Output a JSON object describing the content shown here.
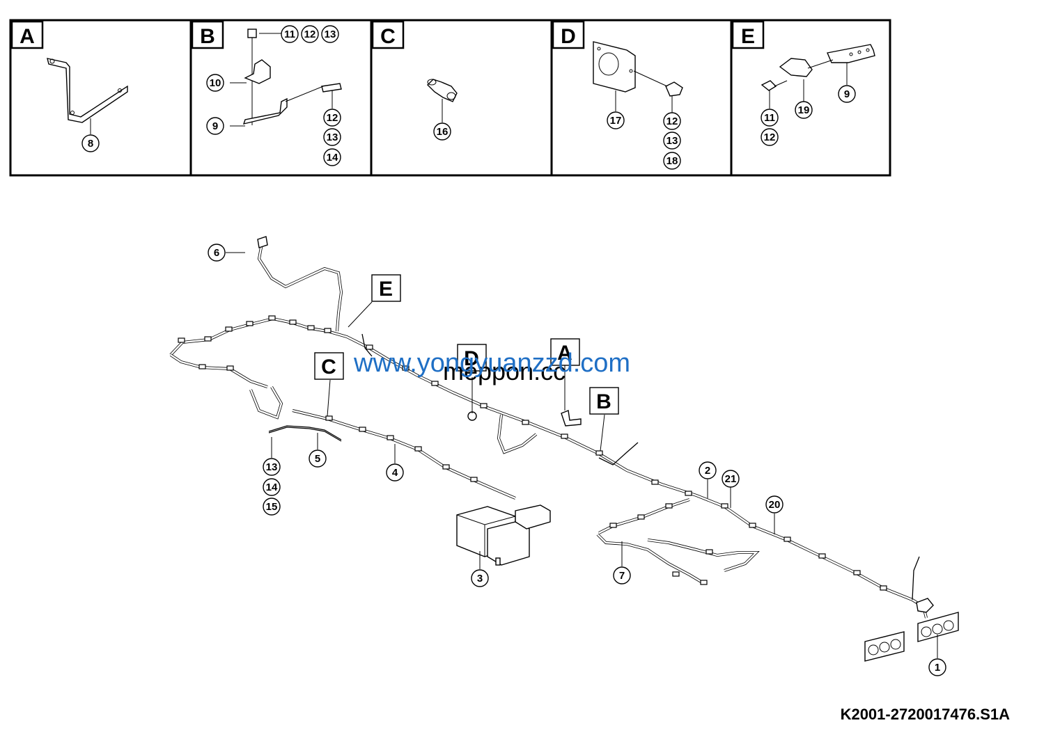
{
  "detail_panels": [
    {
      "letter": "A",
      "callouts": [
        "8"
      ]
    },
    {
      "letter": "B",
      "callouts": [
        "11",
        "12",
        "13",
        "10",
        "9",
        "12",
        "13",
        "14"
      ]
    },
    {
      "letter": "C",
      "callouts": [
        "16"
      ]
    },
    {
      "letter": "D",
      "callouts": [
        "17",
        "12",
        "13",
        "18"
      ]
    },
    {
      "letter": "E",
      "callouts": [
        "9",
        "19",
        "11",
        "12"
      ]
    }
  ],
  "main_view": {
    "callouts": [
      "6",
      "13",
      "14",
      "15",
      "5",
      "4",
      "3",
      "7",
      "2",
      "21",
      "20",
      "1"
    ],
    "detail_tags": [
      "E",
      "C",
      "D",
      "A",
      "B"
    ]
  },
  "watermarks": [
    "www.yongyuanzzd.com",
    "meppon.cc"
  ],
  "drawing_id": "K2001-2720017476.S1A"
}
